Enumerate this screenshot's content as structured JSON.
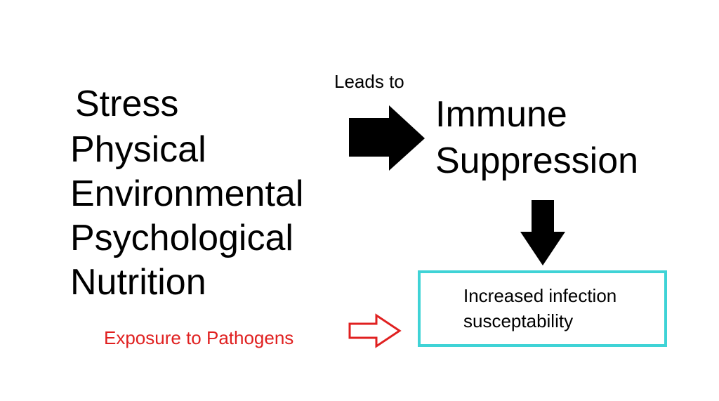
{
  "stress": {
    "title": "Stress",
    "factors": [
      "Physical",
      "Environmental",
      "Psychological",
      "Nutrition"
    ]
  },
  "connector": {
    "label": "Leads to"
  },
  "result": {
    "line1": "Immune",
    "line2": "Suppression"
  },
  "outcome": {
    "line1": "Increased infection",
    "line2": "susceptability"
  },
  "exposure": {
    "label": "Exposure to Pathogens"
  },
  "colors": {
    "text": "#000000",
    "box_border": "#3fd3d6",
    "exposure": "#e02020",
    "arrows": "#000000"
  },
  "icons": {
    "right_arrow": "solid-black-right-arrow",
    "down_arrow": "solid-black-down-arrow",
    "outline_arrow": "red-outline-right-arrow"
  }
}
